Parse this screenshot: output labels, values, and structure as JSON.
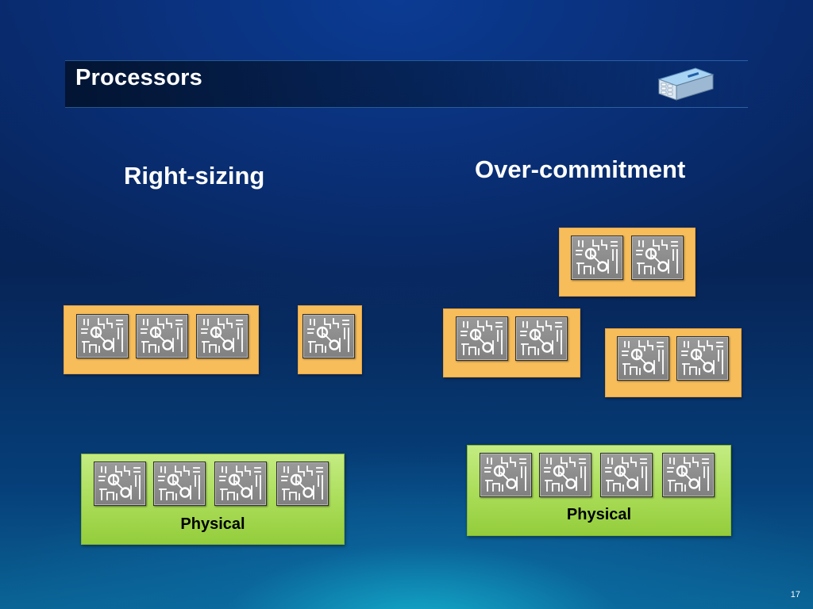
{
  "slide": {
    "title": "Processors",
    "page_number": "17"
  },
  "icons": {
    "server": "server-icon",
    "processor": "processor-chip-icon"
  },
  "colors": {
    "vm_fill": "#f7bd5a",
    "host_fill": "#a9dc57",
    "chip_fill": "#8c8c8c",
    "text": "#ffffff"
  },
  "right_sizing": {
    "heading": "Right-sizing",
    "vms": [
      {
        "processor_count": 3
      },
      {
        "processor_count": 1
      }
    ],
    "host": {
      "label": "Physical",
      "processor_count": 4
    }
  },
  "over_commitment": {
    "heading": "Over-commitment",
    "vms": [
      {
        "processor_count": 2
      },
      {
        "processor_count": 2
      },
      {
        "processor_count": 2
      }
    ],
    "host": {
      "label": "Physical",
      "processor_count": 4
    }
  }
}
